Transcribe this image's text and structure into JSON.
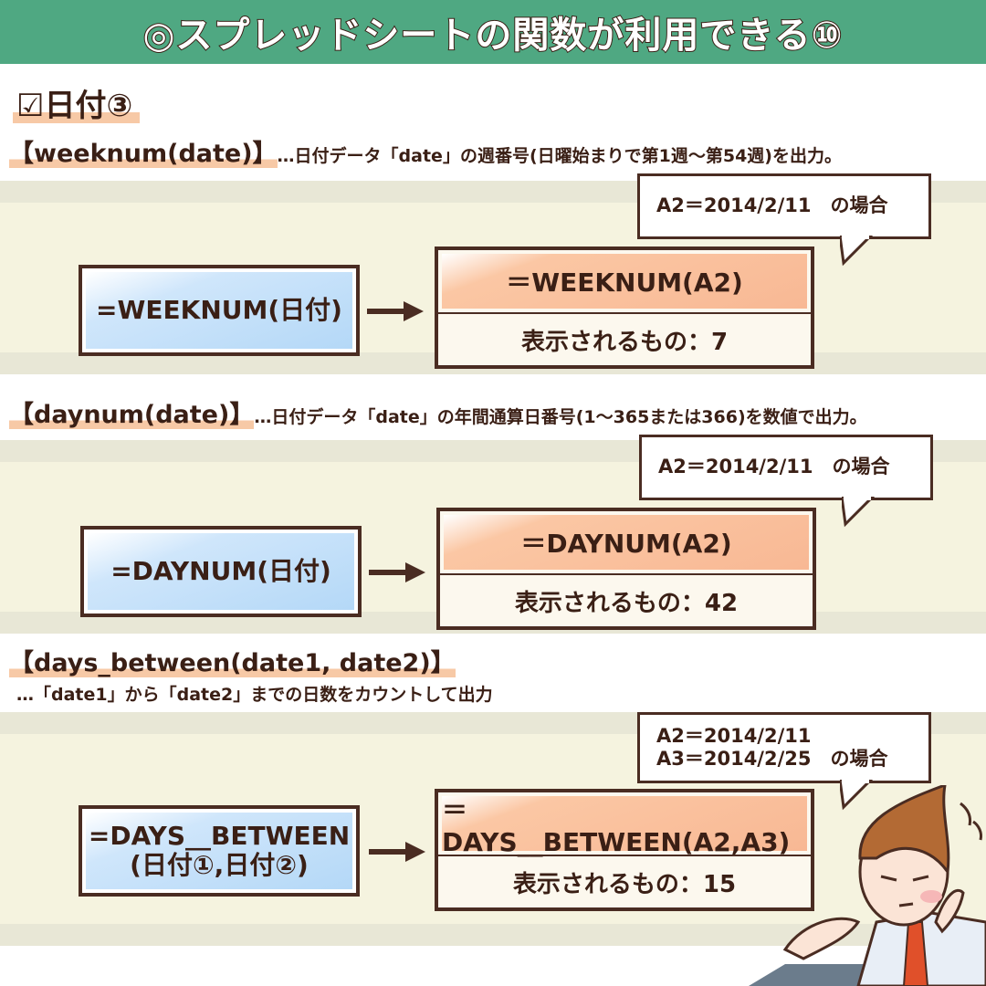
{
  "header": {
    "title": "◎スプレッドシートの関数が利用できる⑩"
  },
  "section": {
    "title": "☑日付③"
  },
  "blocks": [
    {
      "head_big": "【weeknum(date)】",
      "head_desc": "…日付データ「date」の週番号(日曜始まりで第1週～第54週)を出力。",
      "formula": "=WEEKNUM(日付)",
      "formula_line2": "",
      "bubble": "A2＝2014/2/11　の場合",
      "result_formula": "＝WEEKNUM(A2)",
      "result_value": "表示されるもの：7"
    },
    {
      "head_big": "【daynum(date)】",
      "head_desc": "…日付データ「date」の年間通算日番号(1～365または366)を数値で出力。",
      "formula": "=DAYNUM(日付)",
      "formula_line2": "",
      "bubble": "A2＝2014/2/11　の場合",
      "result_formula": "＝DAYNUM(A2)",
      "result_value": "表示されるもの：42"
    },
    {
      "head_big": "【days_between(date1, date2)】",
      "head_desc": "…「date1」から「date2」までの日数をカウントして出力",
      "formula": "=DAYS__BETWEEN",
      "formula_line2": "(日付①,日付②)",
      "bubble": "A2＝2014/2/11\nA3＝2014/2/25　の場合",
      "result_formula": "＝DAYS__BETWEEN(A2,A3)",
      "result_value": "表示されるもの：15"
    }
  ],
  "colors": {
    "header_bg": "#4fa882",
    "band_bg": "#f5f3df",
    "formula_blue": "#b4d8f7",
    "result_orange": "#f8b894",
    "outline": "#4a2c22"
  },
  "icons": [
    "right-arrow-icon",
    "speech-bubble-tail-icon",
    "thinking-character-illustration"
  ]
}
